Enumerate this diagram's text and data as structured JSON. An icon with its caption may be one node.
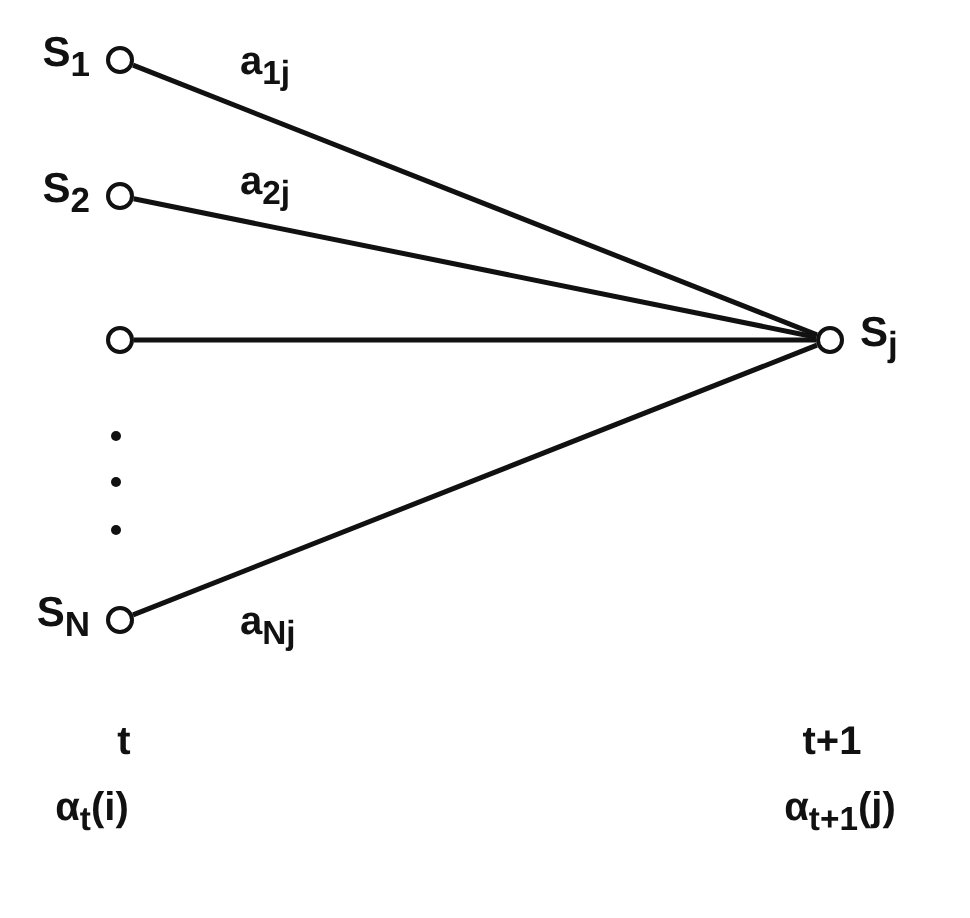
{
  "diagram": {
    "nodes": [
      {
        "text": [
          "S$_{1}$"
        ]
      },
      {
        "text": [
          "S$_{2}$"
        ]
      },
      {
        "text": [],
        "shape": "circle"
      },
      {
        "text": [
          "S$_{N}$"
        ]
      },
      {
        "text": [
          "S$_{j}$"
        ]
      }
    ],
    "edges": [
      {
        "from": 0,
        "to": 4,
        "arrow": "none",
        "label": "a$_{1j}$"
      },
      {
        "from": 1,
        "to": 4,
        "arrow": "none",
        "label": "a$_{2j}$"
      },
      {
        "from": 2,
        "to": 4,
        "arrow": "none"
      },
      {
        "from": 3,
        "to": 4,
        "arrow": "none",
        "label": "a$_{Nj}$"
      }
    ],
    "labels": [
      "t",
      "t+1",
      "α$_{t}$(i)",
      "α$_{t+1}$(j)"
    ]
  }
}
